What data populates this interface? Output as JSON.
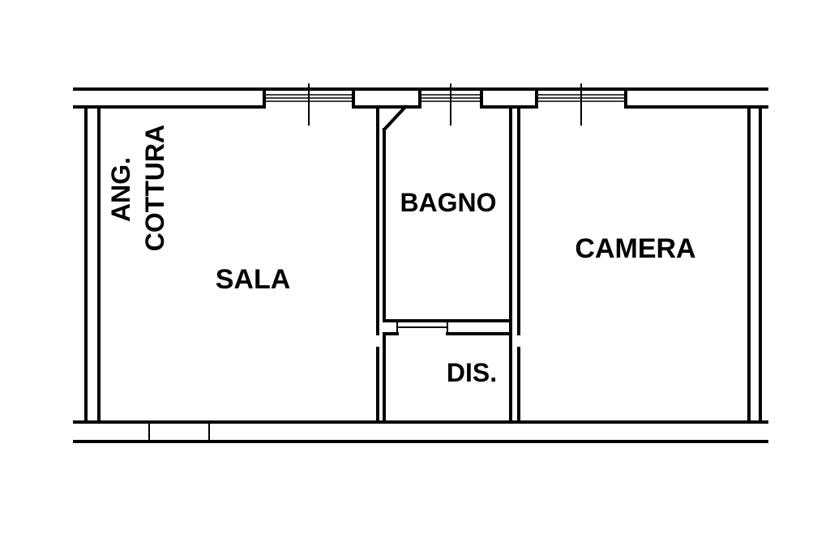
{
  "floorplan": {
    "rooms": [
      {
        "id": "sala",
        "label": "SALA"
      },
      {
        "id": "bagno",
        "label": "BAGNO"
      },
      {
        "id": "camera",
        "label": "CAMERA"
      },
      {
        "id": "dis",
        "label": "DIS."
      }
    ],
    "kitchen_corner": {
      "line1": "ANG.",
      "line2": "COTTURA"
    }
  }
}
